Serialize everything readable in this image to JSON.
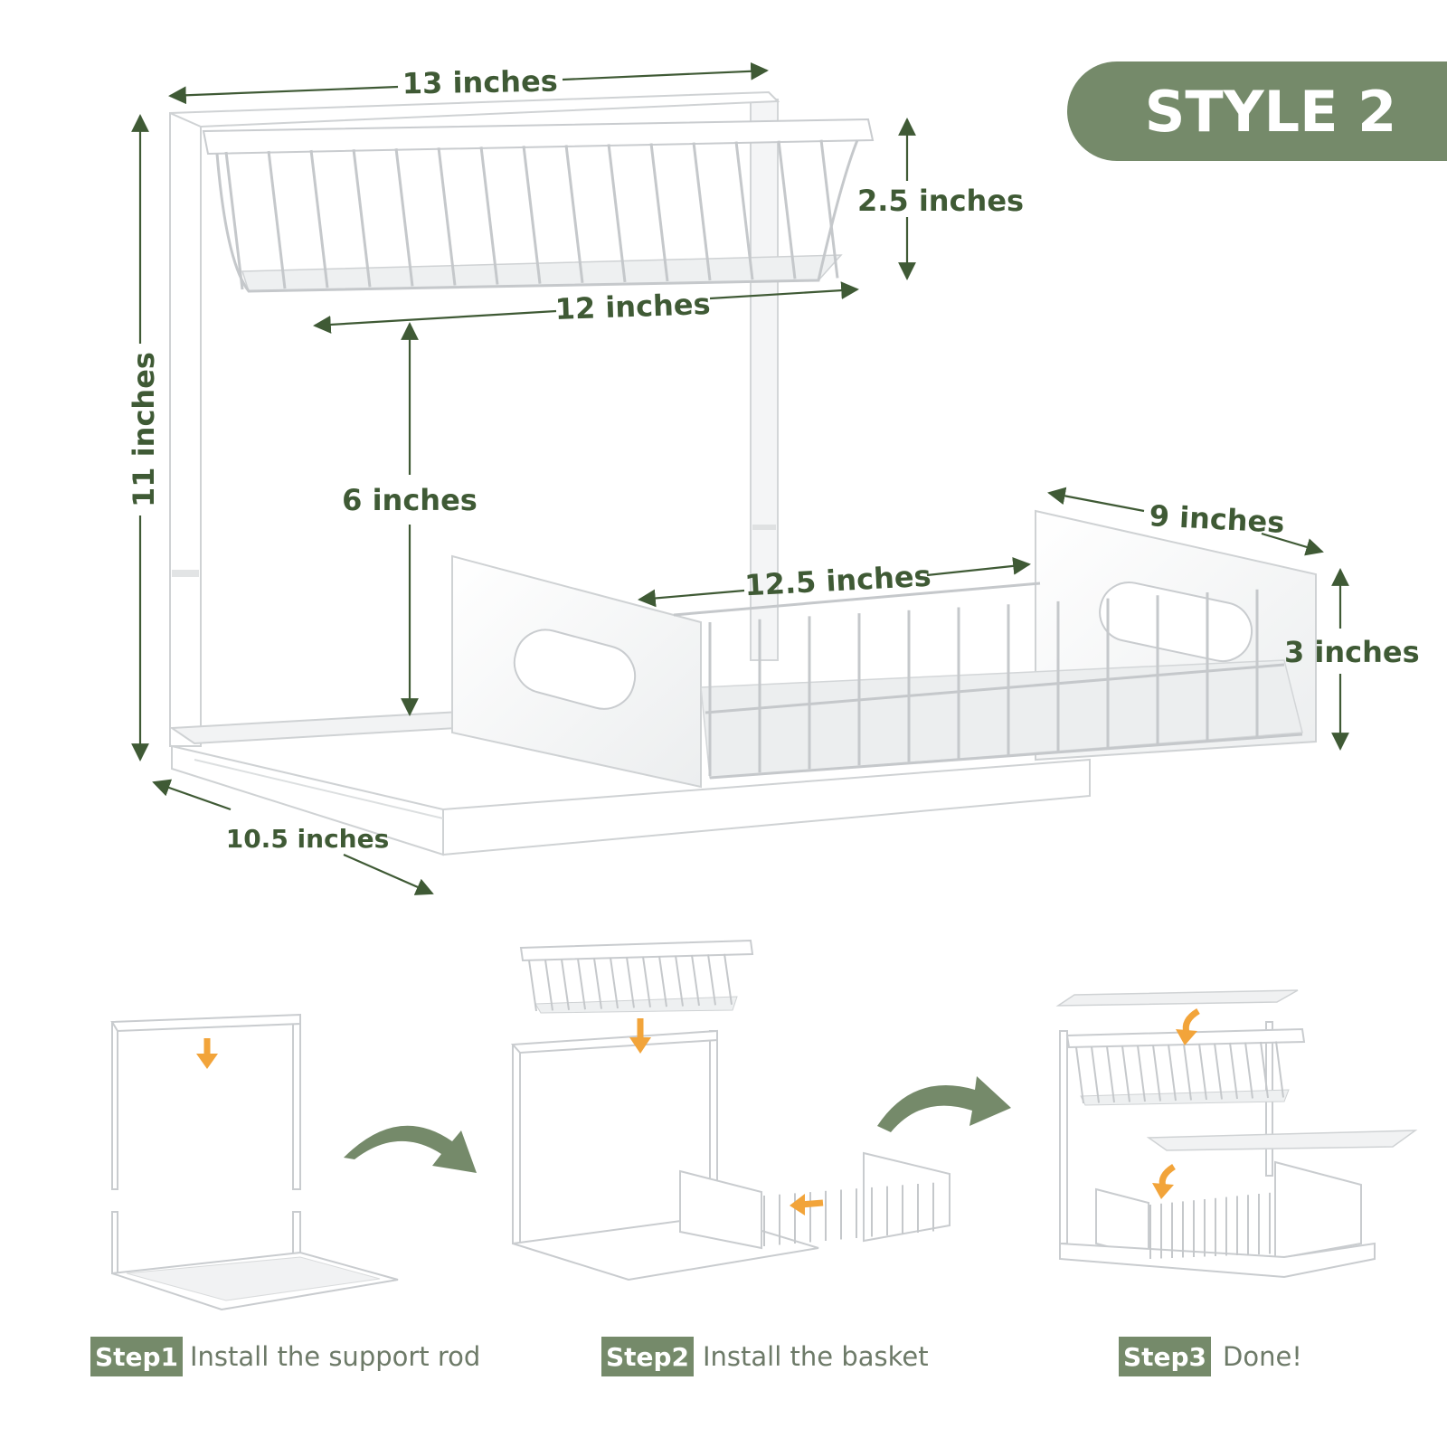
{
  "badge": {
    "label": "STYLE 2"
  },
  "dimensions": {
    "overall_width": "13 inches",
    "basket_height_upper": "2.5 inches",
    "upper_basket_width": "12 inches",
    "overall_height": "11 inches",
    "tier_gap": "6 inches",
    "lower_basket_width": "12.5 inches",
    "lower_basket_depth": "9 inches",
    "lower_basket_height": "3 inches",
    "base_depth": "10.5 inches"
  },
  "steps": [
    {
      "tag": "Step1",
      "text": "Install the support rod"
    },
    {
      "tag": "Step2",
      "text": "Install the basket"
    },
    {
      "tag": "Step3",
      "text": "Done!"
    }
  ],
  "colors": {
    "accent_green": "#758a6a",
    "text_green": "#3f5a35",
    "arrow_orange": "#f2a43a",
    "frame_white": "#ffffff",
    "frame_shade": "#d9dbdc"
  },
  "icons": [
    "curved-arrow-icon",
    "down-arrow-icon",
    "left-arrow-icon"
  ]
}
